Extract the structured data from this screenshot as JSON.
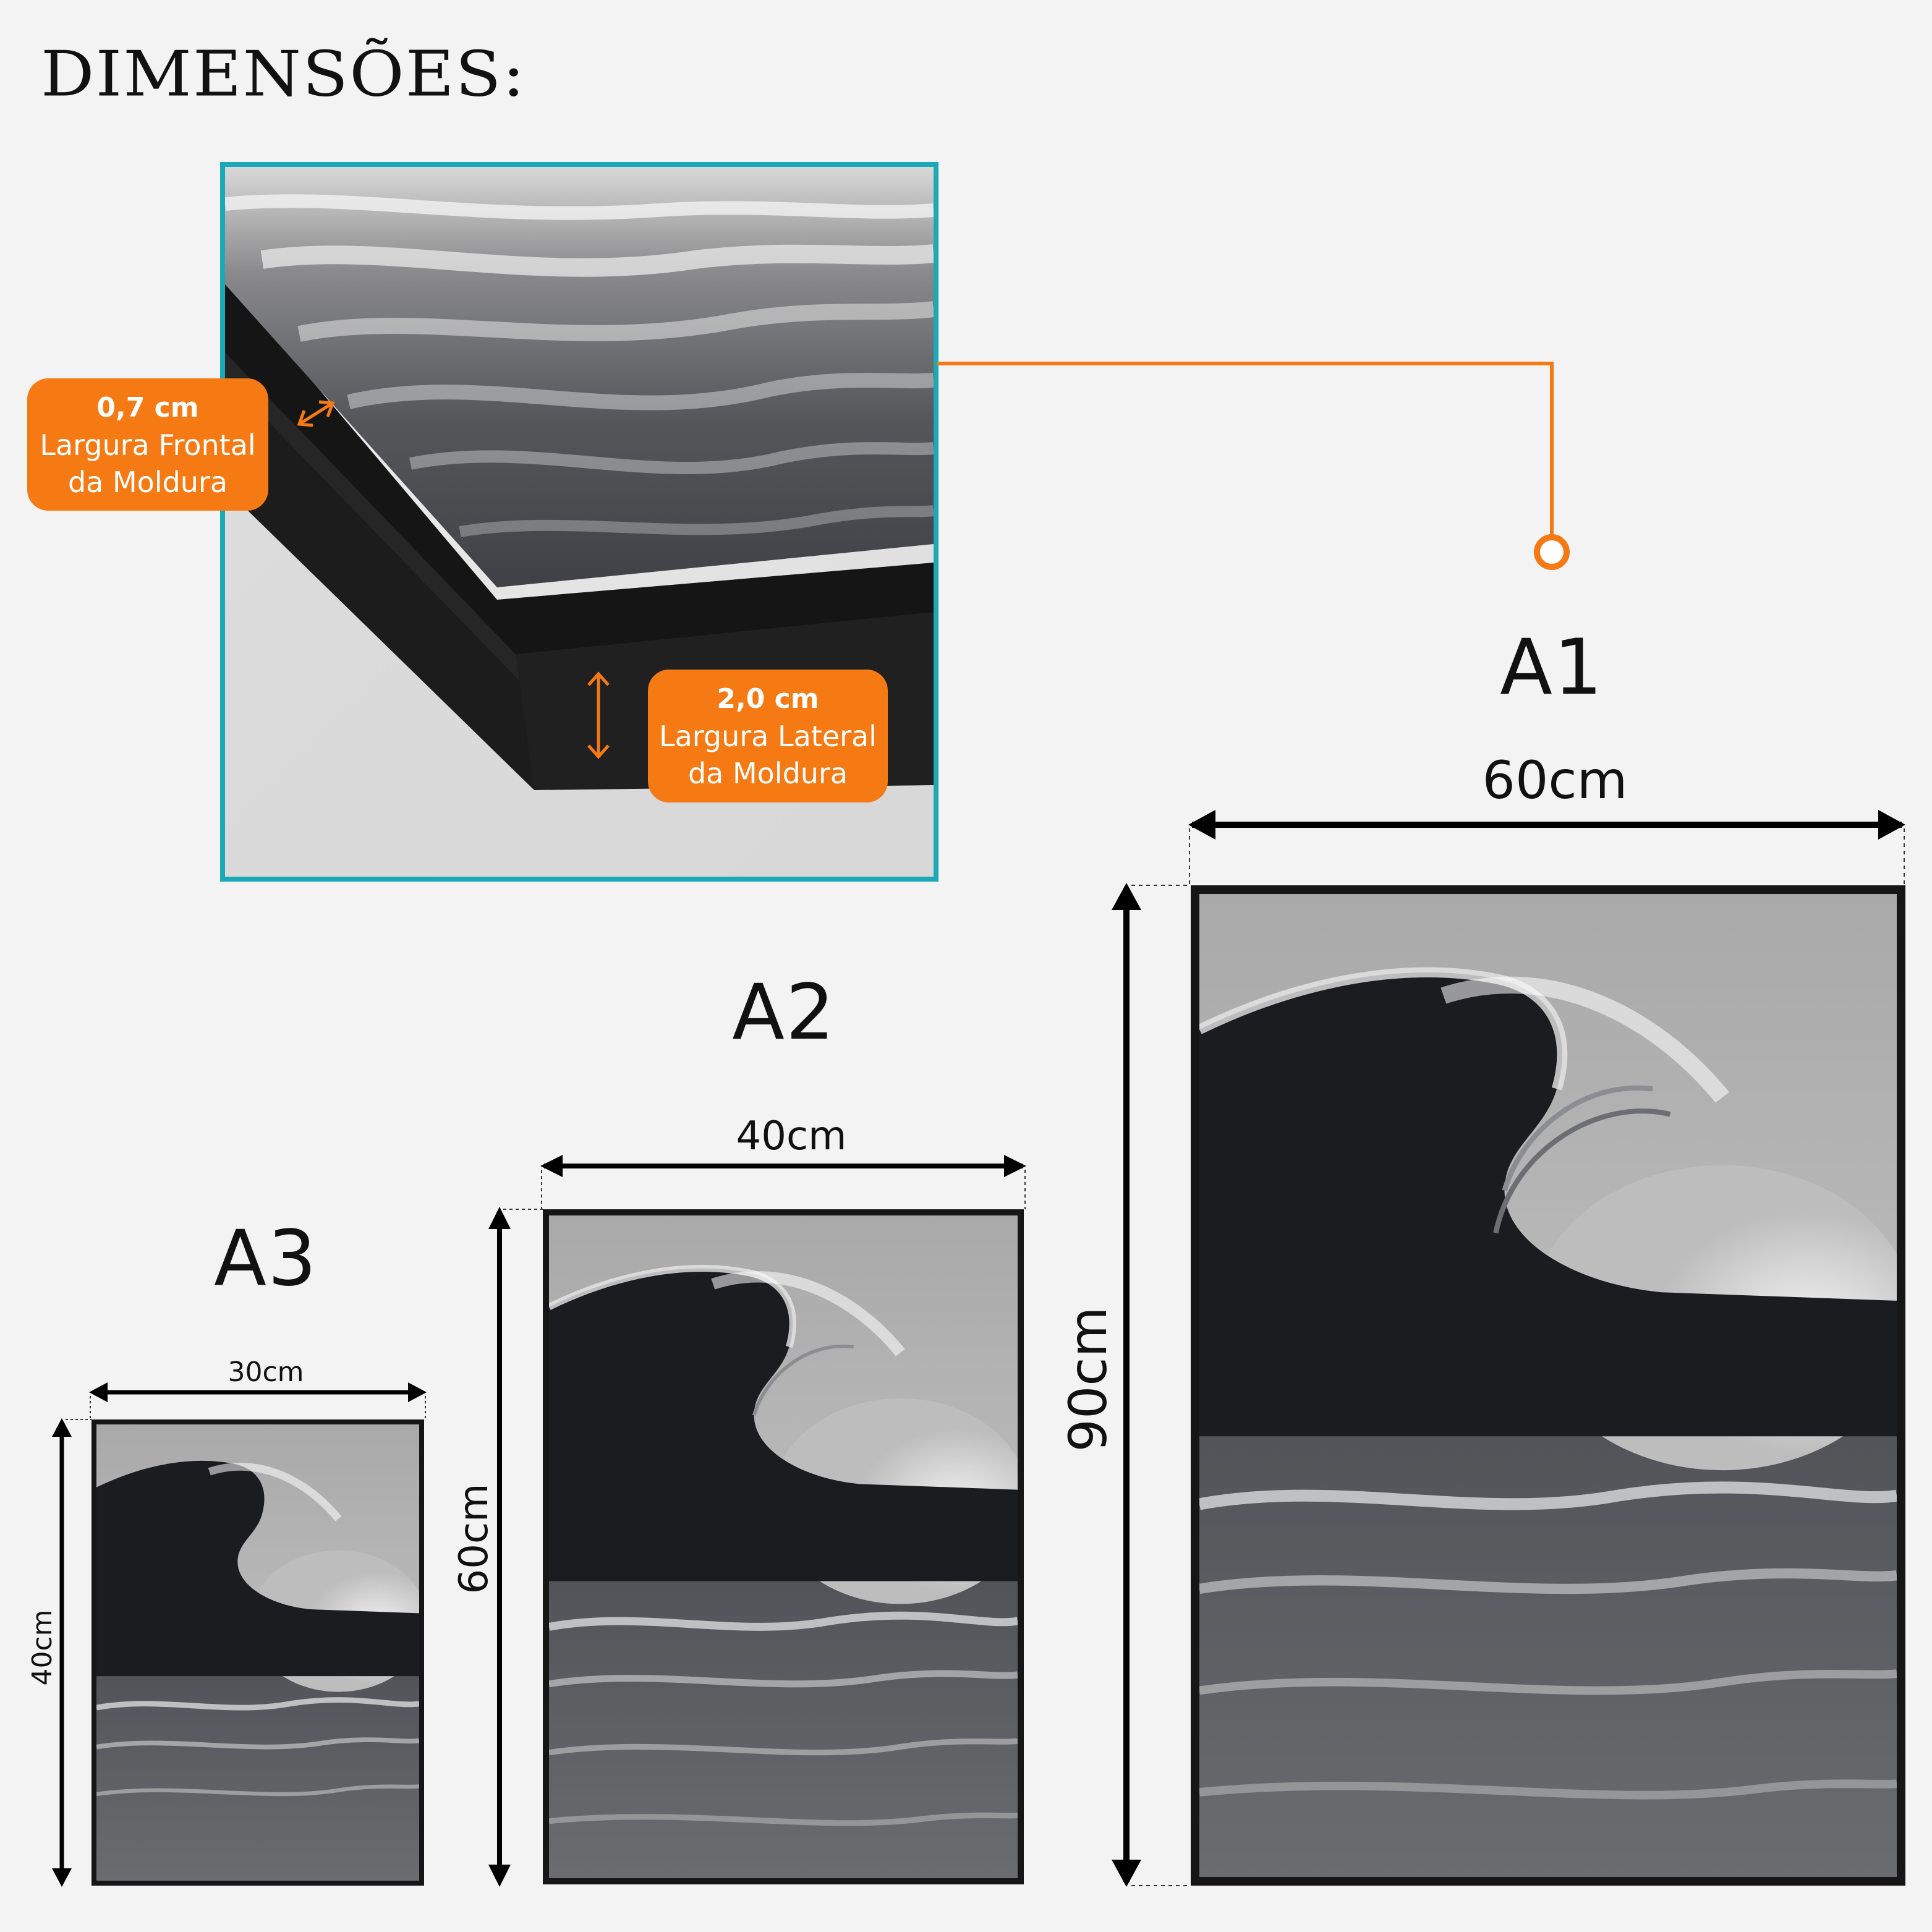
{
  "title": "DIMENSÕES:",
  "frame_details": {
    "front": {
      "value": "0,7 cm",
      "line1": "Largura Frontal",
      "line2": "da Moldura"
    },
    "side": {
      "value": "2,0 cm",
      "line1": "Largura Lateral",
      "line2": "da Moldura"
    }
  },
  "sizes": [
    {
      "name": "A1",
      "width_label": "60cm",
      "height_label": "90cm"
    },
    {
      "name": "A2",
      "width_label": "40cm",
      "height_label": "60cm"
    },
    {
      "name": "A3",
      "width_label": "30cm",
      "height_label": "40cm"
    }
  ],
  "colors": {
    "accent_orange": "#f57a14",
    "detail_border": "#1ba8b7",
    "background": "#f3f3f3"
  }
}
